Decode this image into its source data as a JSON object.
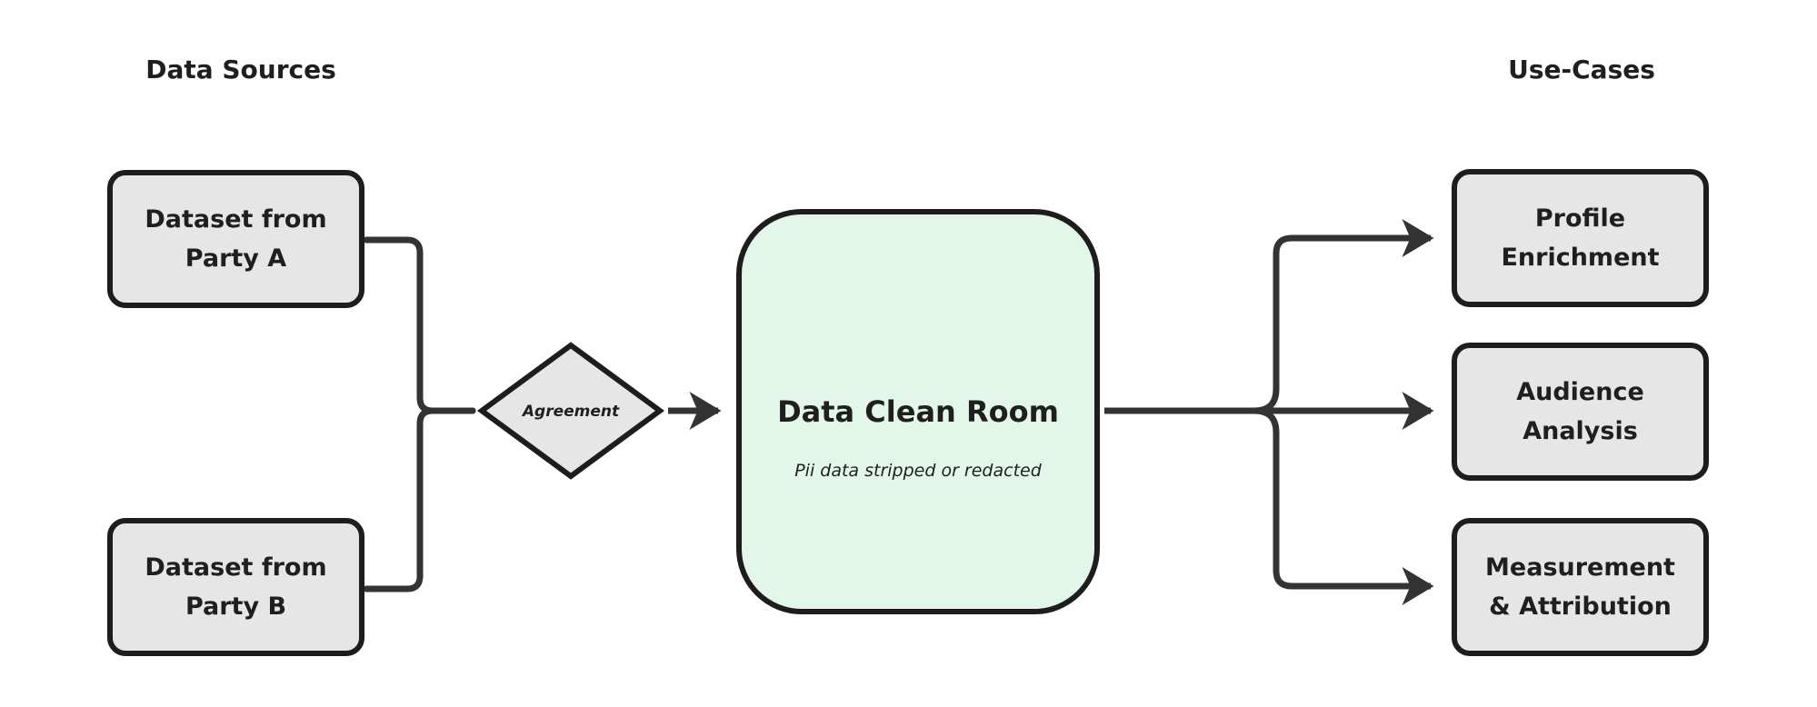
{
  "headings": {
    "sources": "Data Sources",
    "use_cases": "Use-Cases"
  },
  "sources": [
    {
      "label": "Dataset from\nParty A"
    },
    {
      "label": "Dataset from\nParty B"
    }
  ],
  "agreement": {
    "label": "Agreement"
  },
  "clean_room": {
    "title": "Data Clean Room",
    "subtitle": "Pii data stripped or redacted"
  },
  "use_cases": [
    {
      "label": "Profile\nEnrichment"
    },
    {
      "label": "Audience\nAnalysis"
    },
    {
      "label": "Measurement\n& Attribution"
    }
  ],
  "colors": {
    "stroke": "#1d1d1d",
    "connector": "#333333",
    "box_fill": "#e6e6e6",
    "room_fill": "#e2f7e9"
  }
}
